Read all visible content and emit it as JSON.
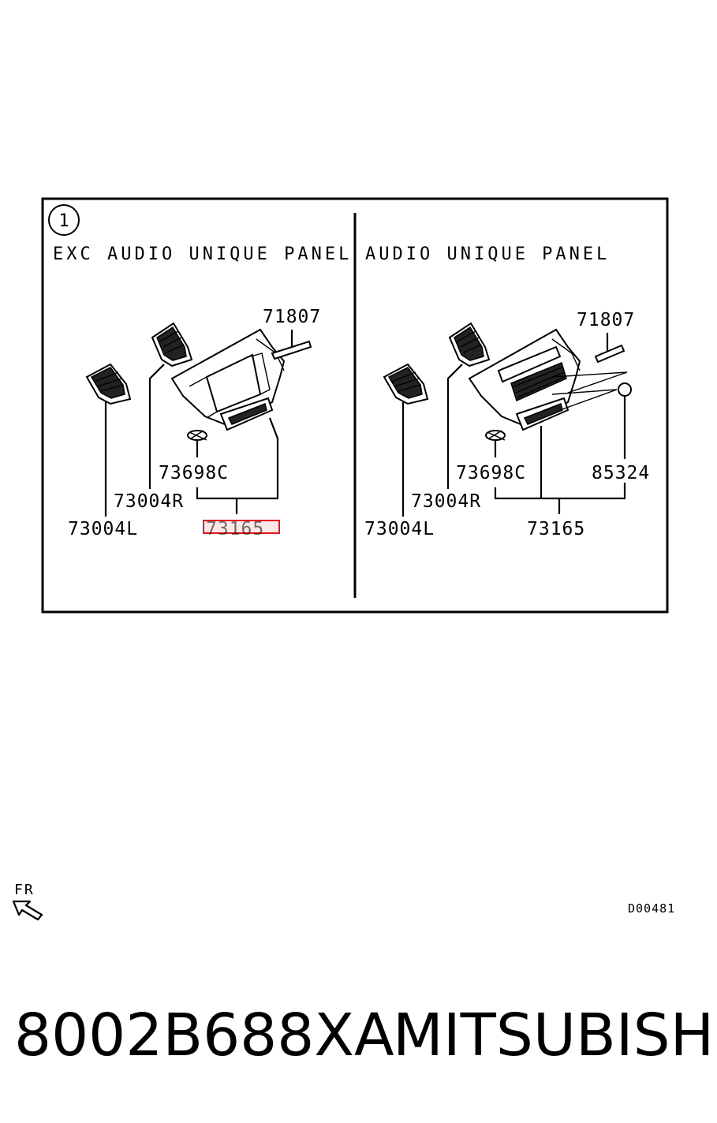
{
  "diagram": {
    "section_number": "1",
    "left_panel": {
      "header": "EXC AUDIO UNIQUE PANEL",
      "labels": {
        "p71807": "71807",
        "p73698c": "73698C",
        "p73004r": "73004R",
        "p73004l": "73004L",
        "p73165": "73165"
      }
    },
    "right_panel": {
      "header": "AUDIO UNIQUE PANEL",
      "labels": {
        "p71807": "71807",
        "p73698c": "73698C",
        "p85324": "85324",
        "p73004r": "73004R",
        "p73004l": "73004L",
        "p73165": "73165"
      }
    },
    "direction_label": "FR",
    "drawing_code": "D00481",
    "highlight_color": "#e8141c"
  },
  "footer": {
    "part_number": "8002B688XA",
    "brand": "MITSUBISHI"
  }
}
